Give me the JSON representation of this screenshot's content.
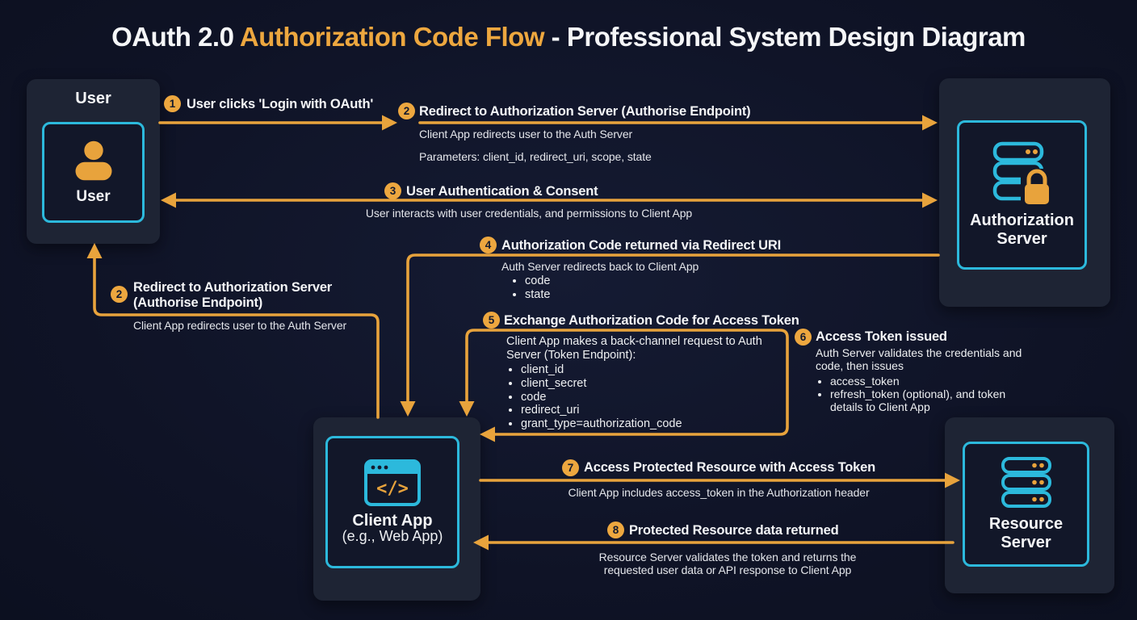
{
  "title": {
    "part1": "OAuth 2.0 ",
    "part2": "Authorization Code Flow",
    "part3": " - Professional System Design Diagram"
  },
  "colors": {
    "background": "#0f1326",
    "panel": "#1e2434",
    "accent_orange": "#e8a33c",
    "accent_cyan": "#2cb9dc",
    "title_highlight": "#eda73f",
    "text_primary": "#f4f5f7"
  },
  "icons": {
    "user": "person-icon",
    "auth_server": "server-lock-icon",
    "client_app": "browser-code-icon",
    "resource_server": "server-stack-icon",
    "browser_glyph": "</>"
  },
  "nodes": {
    "user": {
      "panel_title": "User",
      "label": "User"
    },
    "auth_server": {
      "label": "Authorization Server"
    },
    "client_app": {
      "label": "Client App",
      "sublabel": "(e.g., Web App)"
    },
    "resource_server": {
      "label": "Resource Server"
    }
  },
  "steps": {
    "s1": {
      "number": "1",
      "heading": "User clicks 'Login with OAuth'"
    },
    "s2": {
      "number": "2",
      "heading": "Redirect to Authorization Server (Authorise Endpoint)",
      "sub1": "Client App redirects user to the Auth Server",
      "sub2": "Parameters: client_id, redirect_uri, scope, state"
    },
    "s3": {
      "number": "3",
      "heading": "User Authentication & Consent",
      "sub": "User interacts with user credentials, and permissions to Client App"
    },
    "s4": {
      "number": "4",
      "heading": "Authorization Code returned via Redirect URI",
      "sub": "Auth Server redirects back to Client App",
      "bullets": [
        "code",
        "state"
      ]
    },
    "s2b": {
      "number": "2",
      "heading_line1": "Redirect to Authorization Server",
      "heading_line2": "(Authorise Endpoint)",
      "sub": "Client App redirects user to the Auth Server"
    },
    "s5": {
      "number": "5",
      "heading": "Exchange Authorization Code for Access Token",
      "sub": "Client App makes a back-channel request to Auth Server (Token Endpoint):",
      "bullets": [
        "client_id",
        "client_secret",
        "code",
        "redirect_uri",
        "grant_type=authorization_code"
      ]
    },
    "s6": {
      "number": "6",
      "heading": "Access Token issued",
      "sub": "Auth Server validates the credentials and code, then issues",
      "bullets": [
        "access_token",
        "refresh_token (optional), and token details to Client App"
      ]
    },
    "s7": {
      "number": "7",
      "heading": "Access Protected Resource with Access Token",
      "sub": "Client App includes access_token in the Authorization header"
    },
    "s8": {
      "number": "8",
      "heading": "Protected Resource data returned",
      "sub": "Resource Server validates the token and returns the requested user data or API response to Client App"
    }
  }
}
